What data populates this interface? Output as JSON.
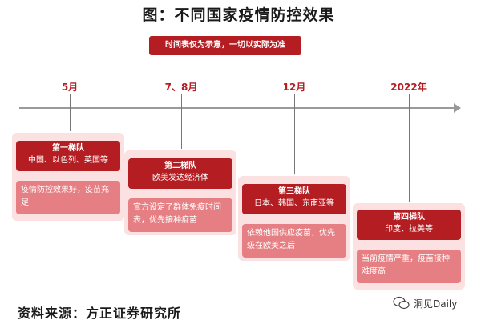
{
  "title": "图：不同国家疫情防控效果",
  "note": "时间表仅为示意，一切以实际为准",
  "timeline": [
    "5月",
    "7、8月",
    "12月",
    "2022年"
  ],
  "tiers": [
    {
      "name": "第一梯队",
      "countries": "中国、以色列、英国等",
      "desc": "疫情防控效果好，疫苗充足"
    },
    {
      "name": "第二梯队",
      "countries": "欧美发达经济体",
      "desc": "官方设定了群体免疫时间表，优先接种疫苗"
    },
    {
      "name": "第三梯队",
      "countries": "日本、韩国、东南亚等",
      "desc": "依赖他国供应疫苗，优先级在欧美之后"
    },
    {
      "name": "第四梯队",
      "countries": "印度、拉美等",
      "desc": "当前疫情严重，疫苗接种难度高"
    }
  ],
  "source": "资料来源：方正证券研究所",
  "watermark": "洞见Daily",
  "colors": {
    "accent": "#b41e23",
    "light": "#fbe1e1",
    "mid": "#e67f83"
  }
}
